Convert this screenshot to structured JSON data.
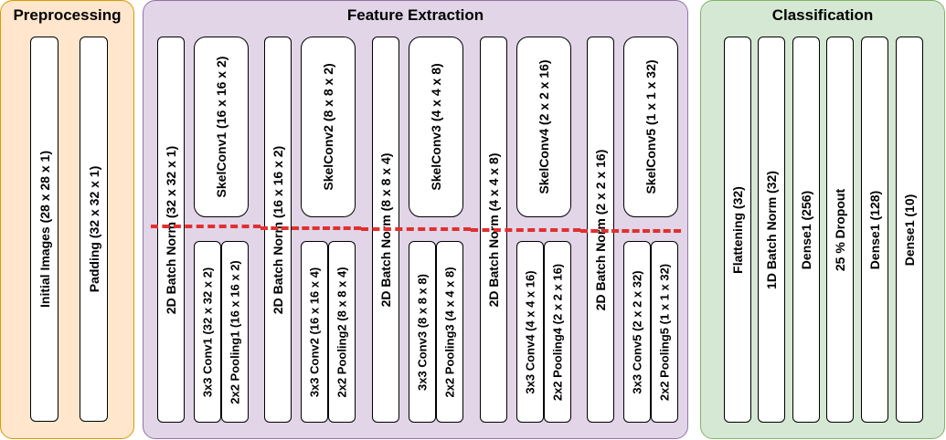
{
  "colors": {
    "preprocessing_fill": "#ffe6cc",
    "preprocessing_border": "#d79b00",
    "feature_fill": "#e1d5e7",
    "feature_border": "#9673a6",
    "classification_fill": "#d5e8d4",
    "classification_border": "#82b366",
    "dashed_line": "#e03030"
  },
  "preprocessing": {
    "title": "Preprocessing",
    "initial_images": "Initial Images (28 x 28 x 1)",
    "padding": "Padding (32 x 32 x 1)"
  },
  "feature_extraction": {
    "title": "Feature Extraction",
    "stages": [
      {
        "batch_norm": "2D Batch Norm (32 x 32 x 1)",
        "skelconv": "SkelConv1 (16 x 16 x 2)",
        "conv": "3x3 Conv1 (32 x 32 x 2)",
        "pooling": "2x2 Pooling1 (16 x 16 x 2)"
      },
      {
        "batch_norm": "2D Batch Norm (16 x 16 x 2)",
        "skelconv": "SkelConv2 (8 x 8 x 2)",
        "conv": "3x3 Conv2 (16 x 16 x 4)",
        "pooling": "2x2 Pooling2 (8 x 8 x 4)"
      },
      {
        "batch_norm": "2D Batch Norm (8 x 8 x 4)",
        "skelconv": "SkelConv3 (4 x 4 x 8)",
        "conv": "3x3 Conv3 (8 x 8 x 8)",
        "pooling": "2x2 Pooling3 (4 x 4 x 8)"
      },
      {
        "batch_norm": "2D Batch Norm (4 x 4 x 8)",
        "skelconv": "SkelConv4 (2 x 2 x 16)",
        "conv": "3x3 Conv4 (4 x 4 x 16)",
        "pooling": "2x2 Pooling4 (2 x 2 x 16)"
      },
      {
        "batch_norm": "2D Batch Norm (2 x 2 x 16)",
        "skelconv": "SkelConv5 (1 x 1 x 32)",
        "conv": "3x3 Conv5 (2 x 2 x 32)",
        "pooling": "2x2 Pooling5 (1 x 1 x 32)"
      }
    ]
  },
  "classification": {
    "title": "Classification",
    "layers": [
      "Flattening (32)",
      "1D Batch Norm (32)",
      "Dense1 (256)",
      "25 % Dropout",
      "Dense1 (128)",
      "Dense1 (10)"
    ]
  }
}
